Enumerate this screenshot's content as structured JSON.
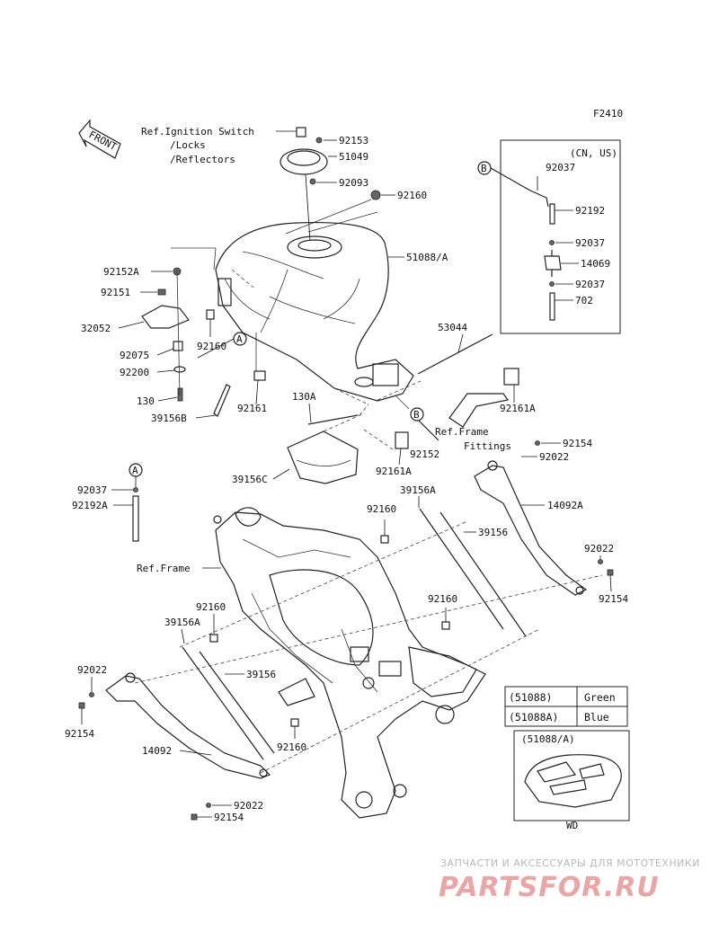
{
  "figure_code": "F2410",
  "front_marker": "FRONT",
  "ref_notes": {
    "ignition": "Ref.Ignition Switch",
    "locks": "/Locks",
    "reflectors": "/Reflectors",
    "frame": "Ref.Frame",
    "frame_fittings_1": "Ref.Frame",
    "frame_fittings_2": "Fittings"
  },
  "callouts": {
    "a1": "A",
    "a2": "A",
    "b1": "B",
    "b2": "B"
  },
  "labels": {
    "p92153": "92153",
    "p51049": "51049",
    "p92093": "92093",
    "p92160_top": "92160",
    "p51088a": "51088/A",
    "p92152a": "92152A",
    "p92151": "92151",
    "p32052": "32052",
    "p92075": "92075",
    "p92200": "92200",
    "p130": "130",
    "p39156b": "39156B",
    "p92161": "92161",
    "p92160_left": "92160",
    "p130a": "130A",
    "p53044": "53044",
    "p92161a_right": "92161A",
    "p92152": "92152",
    "p92161a_mid": "92161A",
    "p39156c": "39156C",
    "p92154_r1": "92154",
    "p92022_r1": "92022",
    "p39156a_top": "39156A",
    "p14092a": "14092A",
    "p92160_mid": "92160",
    "p39156_r": "39156",
    "p92022_r2": "92022",
    "p92154_r2": "92154",
    "p92160_r": "92160",
    "p92037_l": "92037",
    "p92192a": "92192A",
    "p92160_lm": "92160",
    "p39156a_l": "39156A",
    "p39156_l": "39156",
    "p92022_l": "92022",
    "p92154_l": "92154",
    "p14092": "14092",
    "p92160_lb": "92160",
    "p92022_b": "92022",
    "p92154_b": "92154"
  },
  "inset_cn_us": {
    "title": "(CN, US)",
    "items": [
      "92037",
      "92192",
      "92037",
      "14069",
      "92037",
      "702"
    ]
  },
  "color_table": {
    "rows": [
      {
        "code": "(51088)",
        "color": "Green"
      },
      {
        "code": "(51088A)",
        "color": "Blue"
      }
    ]
  },
  "inset_wd": {
    "title": "(51088/A)",
    "caption": "WD"
  },
  "watermark": {
    "tagline": "ЗАПЧАСТИ И АКСЕССУАРЫ ДЛЯ МОТОТЕХНИКИ",
    "logo": "PARTSFOR.RU"
  }
}
